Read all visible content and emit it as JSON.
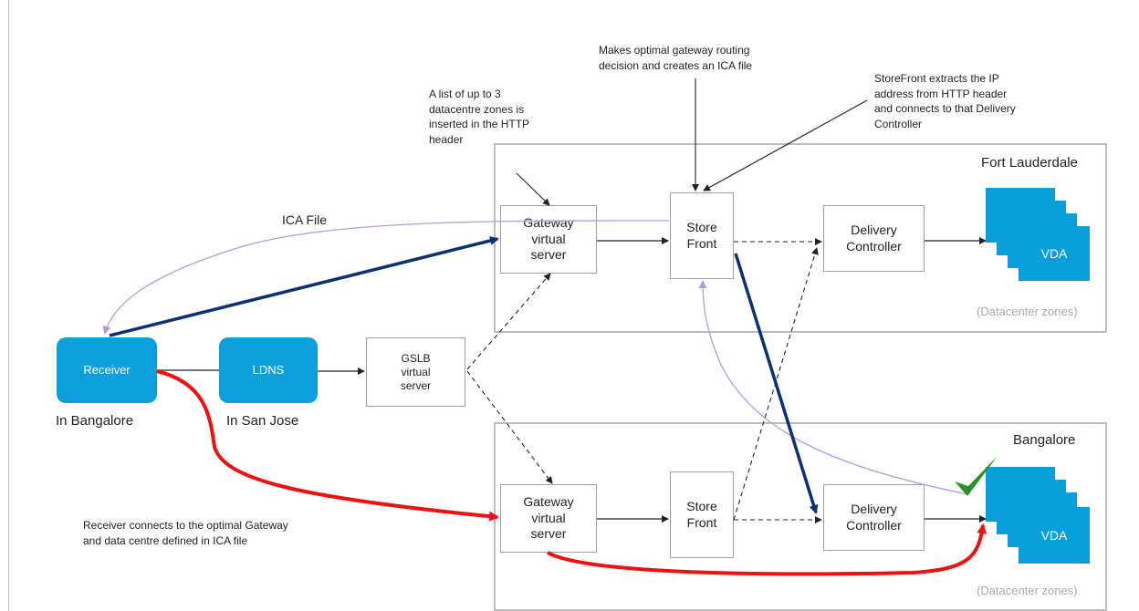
{
  "zones": {
    "top": {
      "title": "Fort Lauderdale",
      "footer": "(Datacenter zones)"
    },
    "bottom": {
      "title": "Bangalore",
      "footer": "(Datacenter zones)"
    }
  },
  "nodes": {
    "receiver": {
      "label": "Receiver",
      "caption": "In Bangalore"
    },
    "ldns": {
      "label": "LDNS",
      "caption": "In San Jose"
    },
    "gslb": {
      "label": "GSLB\nvirtual\nserver"
    },
    "gateway_top": {
      "label": "Gateway\nvirtual\nserver"
    },
    "storefront_top": {
      "label": "Store\nFront"
    },
    "delivery_top": {
      "label": "Delivery\nController"
    },
    "vda_top": {
      "label": "VDA"
    },
    "gateway_bottom": {
      "label": "Gateway\nvirtual\nserver"
    },
    "storefront_bottom": {
      "label": "Store\nFront"
    },
    "delivery_bottom": {
      "label": "Delivery\nController"
    },
    "vda_bottom": {
      "label": "VDA"
    }
  },
  "annotations": {
    "ica_file": "ICA File",
    "zones_note": "A list of up to 3\ndatacentre zones is\ninserted in the HTTP\nheader",
    "routing_note": "Makes optimal gateway routing\ndecision and creates an ICA file",
    "storefront_note": "StoreFront extracts the IP\naddress from HTTP header\nand connects to that Delivery\nController",
    "receiver_note": "Receiver connects to the optimal Gateway\nand data centre defined in ICA file"
  },
  "colors": {
    "navy": "#0d2f73",
    "red": "#ee1111",
    "lavender": "#b69ae0",
    "vda_blue": "#0a9fdc",
    "check_green": "#2f8f2a"
  }
}
